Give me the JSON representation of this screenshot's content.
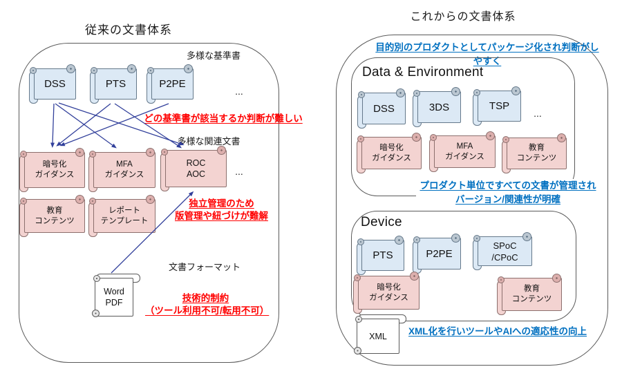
{
  "colors": {
    "accent_blue": "#0070C0",
    "alert_red": "#FF0000",
    "arrow_blue": "#32409B",
    "box_blue_fill": "#DCE9F5",
    "box_pink_fill": "#F3D3D1"
  },
  "left": {
    "title": "従来の文書体系",
    "standards_label": "多様な基準書",
    "related_label": "多様な関連文書",
    "format_label": "文書フォーマット",
    "ellipsis1": "...",
    "ellipsis2": "...",
    "issue_judge": "どの基準書が該当するか判断が難しい",
    "issue_manage": "独立管理のため\n版管理や紐づけが難解",
    "issue_tech": "技術的制約\n（ツール利用不可/転用不可）",
    "boxes": {
      "dss": "DSS",
      "pts": "PTS",
      "p2pe": "P2PE",
      "crypto": "暗号化\nガイダンス",
      "mfa": "MFA\nガイダンス",
      "roc": "ROC\nAOC",
      "edu": "教育\nコンテンツ",
      "report": "レポート\nテンプレート",
      "word": "Word\nPDF"
    }
  },
  "right": {
    "title": "これからの文書体系",
    "benefit_package": "目的別のプロダクトとしてパッケージ化され判断がしやすく",
    "benefit_manage": "プロダクト単位ですべての文書が管理され\nバージョン/関連性が明確",
    "benefit_xml": "XML化を行いツールやAIへの適応性の向上",
    "data_env": {
      "label": "Data & Environment",
      "ellipsis": "...",
      "boxes": {
        "dss": "DSS",
        "tds": "3DS",
        "tsp": "TSP",
        "crypto": "暗号化\nガイダンス",
        "mfa": "MFA\nガイダンス",
        "edu": "教育\nコンテンツ"
      }
    },
    "device": {
      "label": "Device",
      "boxes": {
        "pts": "PTS",
        "p2pe": "P2PE",
        "spoc": "SPoC\n/CPoC",
        "crypto": "暗号化\nガイダンス",
        "edu": "教育\nコンテンツ",
        "xml": "XML"
      }
    }
  }
}
